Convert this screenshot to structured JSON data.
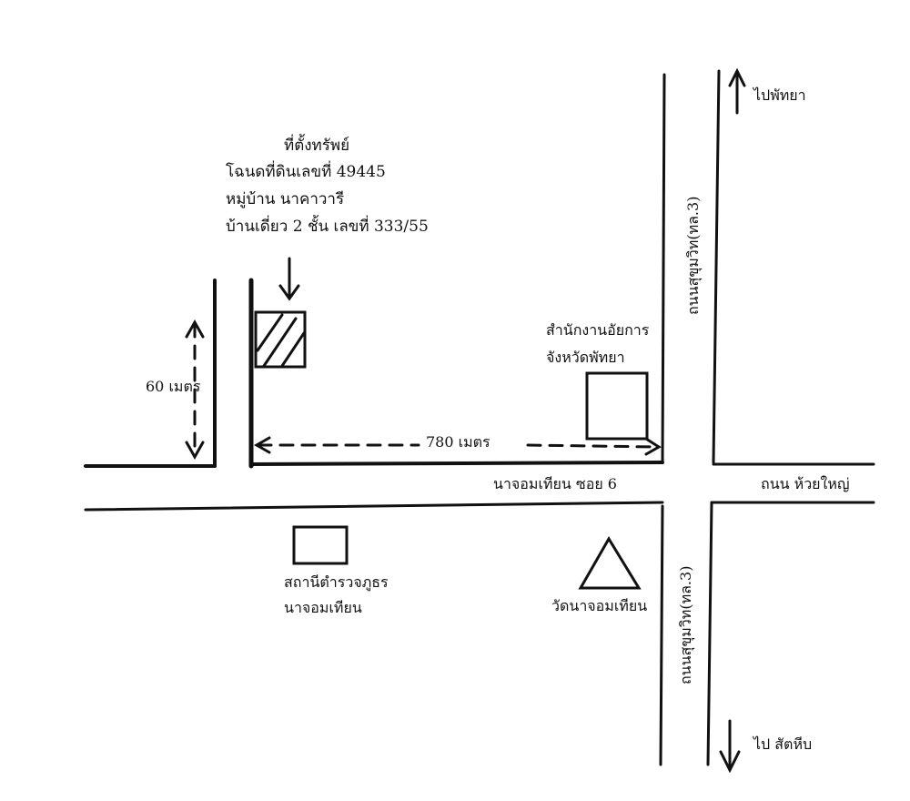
{
  "map": {
    "property_title": "ที่ตั้งทรัพย์",
    "property_deed": "โฉนดที่ดินเลขที่ 49445",
    "property_village": "หมู่บ้าน นาคาวารี",
    "property_house": "บ้านเดี่ยว 2 ชั้น เลขที่ 333/55",
    "distance_side": "60 เมตร",
    "distance_soi": "780 เมตร",
    "prosecutor_office_line1": "สำนักงานอัยการ",
    "prosecutor_office_line2": "จังหวัดพัทยา",
    "soi_name": "นาจอมเทียน ซอย 6",
    "road_huai_yai": "ถนน ห้วยใหญ่",
    "sukhumvit_north": "ถนนสุขุมวิท(ทล.3)",
    "sukhumvit_south": "ถนนสุขุมวิท(ทล.3)",
    "to_pattaya": "ไปพัทยา",
    "to_sattahip": "ไป สัตหีบ",
    "police_line1": "สถานีตำรวจภูธร",
    "police_line2": "นาจอมเทียน",
    "temple": "วัดนาจอมเทียน"
  }
}
